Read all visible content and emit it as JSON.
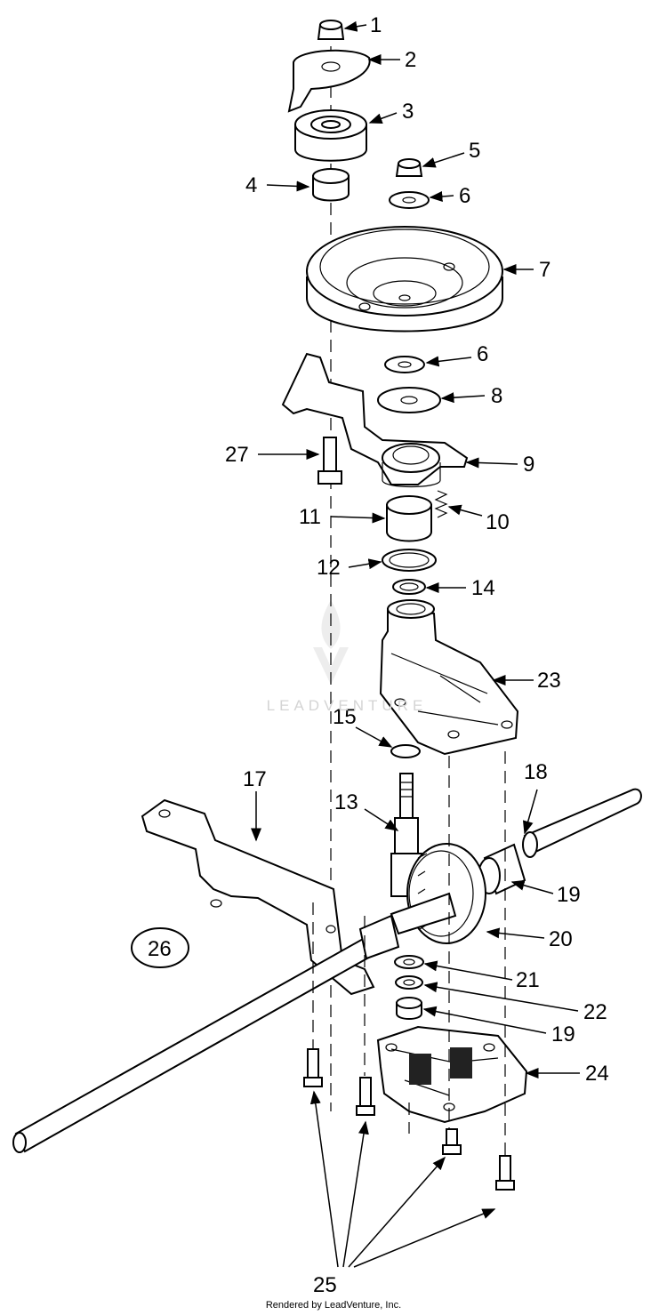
{
  "watermark_text": "LEADVENTURE",
  "footer": "Rendered by LeadVenture, Inc.",
  "callouts": {
    "c1": "1",
    "c2": "2",
    "c3": "3",
    "c4": "4",
    "c5": "5",
    "c6a": "6",
    "c7": "7",
    "c6b": "6",
    "c8": "8",
    "c27": "27",
    "c9": "9",
    "c11": "11",
    "c10": "10",
    "c12": "12",
    "c14": "14",
    "c23": "23",
    "c15": "15",
    "c18": "18",
    "c17": "17",
    "c13": "13",
    "c19a": "19",
    "c26": "26",
    "c20": "20",
    "c21": "21",
    "c22": "22",
    "c19b": "19",
    "c24": "24",
    "c25": "25"
  }
}
